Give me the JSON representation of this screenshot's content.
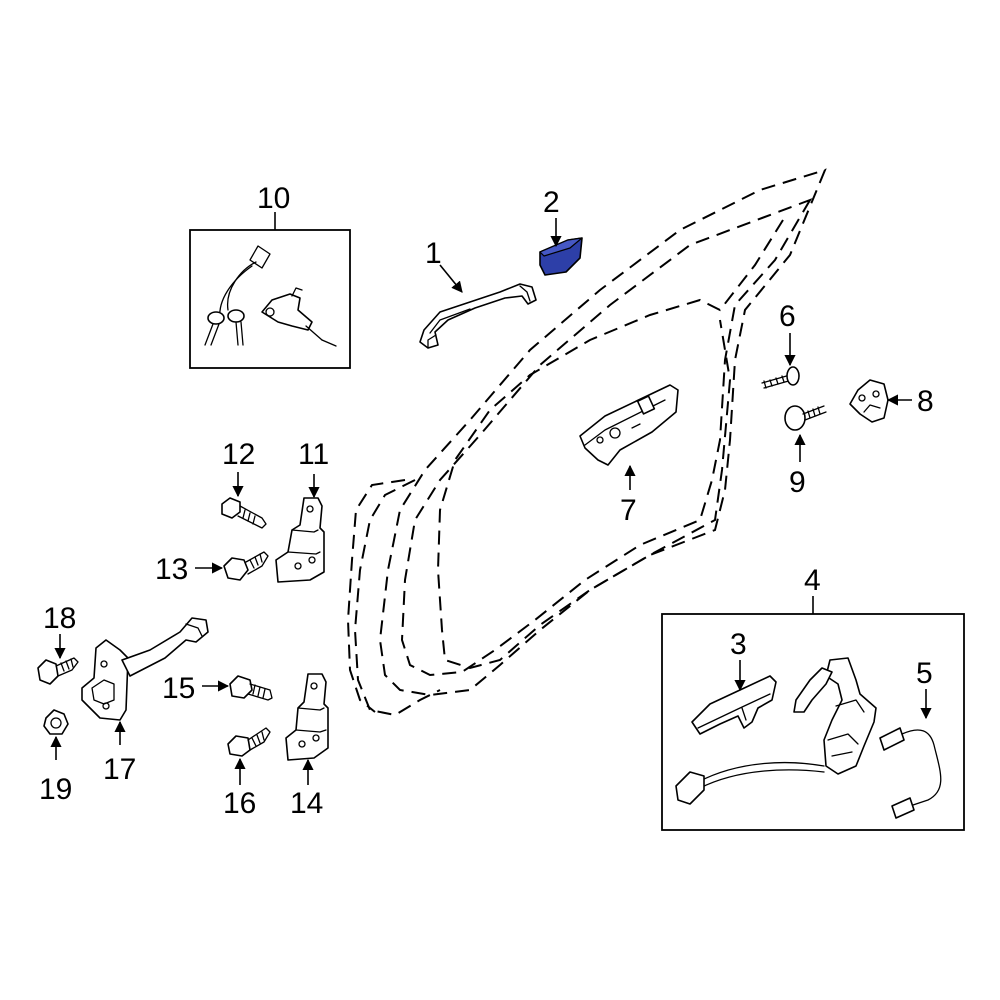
{
  "callouts": {
    "c1": "1",
    "c2": "2",
    "c3": "3",
    "c4": "4",
    "c5": "5",
    "c6": "6",
    "c7": "7",
    "c8": "8",
    "c9": "9",
    "c10": "10",
    "c11": "11",
    "c12": "12",
    "c13": "13",
    "c14": "14",
    "c15": "15",
    "c16": "16",
    "c17": "17",
    "c18": "18",
    "c19": "19"
  },
  "colors": {
    "line": "#000000",
    "highlight_part": "#2d3fa8",
    "background": "#ffffff"
  },
  "highlighted_part": "2"
}
